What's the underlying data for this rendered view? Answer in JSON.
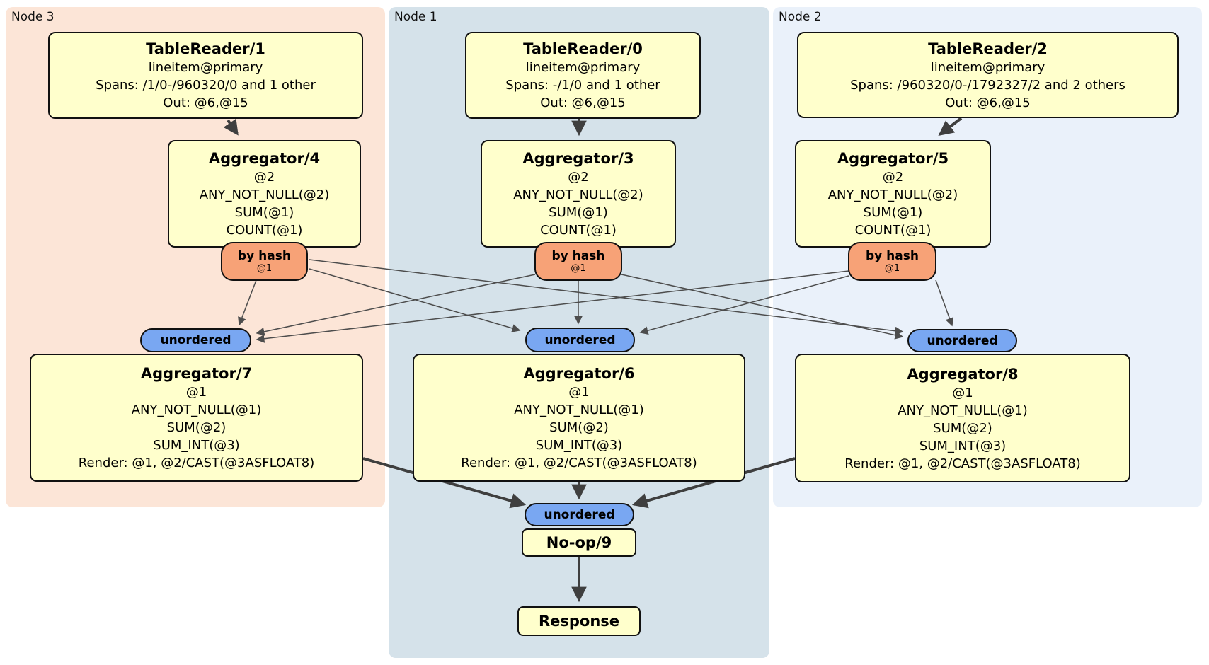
{
  "groups": [
    {
      "label": "Node 3"
    },
    {
      "label": "Node 1"
    },
    {
      "label": "Node 2"
    }
  ],
  "processors": [
    {
      "title": "TableReader/1",
      "lines": [
        "lineitem@primary",
        "Spans: /1/0-/960320/0 and 1 other",
        "Out: @6,@15"
      ]
    },
    {
      "title": "TableReader/0",
      "lines": [
        "lineitem@primary",
        "Spans: -/1/0 and 1 other",
        "Out: @6,@15"
      ]
    },
    {
      "title": "TableReader/2",
      "lines": [
        "lineitem@primary",
        "Spans: /960320/0-/1792327/2 and 2 others",
        "Out: @6,@15"
      ]
    },
    {
      "title": "Aggregator/4",
      "lines": [
        "@2",
        "ANY_NOT_NULL(@2)",
        "SUM(@1)",
        "COUNT(@1)"
      ]
    },
    {
      "title": "Aggregator/3",
      "lines": [
        "@2",
        "ANY_NOT_NULL(@2)",
        "SUM(@1)",
        "COUNT(@1)"
      ]
    },
    {
      "title": "Aggregator/5",
      "lines": [
        "@2",
        "ANY_NOT_NULL(@2)",
        "SUM(@1)",
        "COUNT(@1)"
      ]
    },
    {
      "title": "Aggregator/7",
      "lines": [
        "@1",
        "ANY_NOT_NULL(@1)",
        "SUM(@2)",
        "SUM_INT(@3)",
        "Render: @1, @2/CAST(@3ASFLOAT8)"
      ]
    },
    {
      "title": "Aggregator/6",
      "lines": [
        "@1",
        "ANY_NOT_NULL(@1)",
        "SUM(@2)",
        "SUM_INT(@3)",
        "Render: @1, @2/CAST(@3ASFLOAT8)"
      ]
    },
    {
      "title": "Aggregator/8",
      "lines": [
        "@1",
        "ANY_NOT_NULL(@1)",
        "SUM(@2)",
        "SUM_INT(@3)",
        "Render: @1, @2/CAST(@3ASFLOAT8)"
      ]
    },
    {
      "title": "No-op/9",
      "lines": []
    },
    {
      "title": "Response",
      "lines": []
    }
  ],
  "routers": [
    {
      "label": "by hash",
      "detail": "@1"
    },
    {
      "label": "by hash",
      "detail": "@1"
    },
    {
      "label": "by hash",
      "detail": "@1"
    }
  ],
  "syncs": [
    {
      "label": "unordered"
    },
    {
      "label": "unordered"
    },
    {
      "label": "unordered"
    },
    {
      "label": "unordered"
    }
  ],
  "colors": {
    "node3_bg": "#fce5d7",
    "node1_bg": "#d5e2ea",
    "node2_bg": "#eaf1fa",
    "processor_bg": "#ffffcc",
    "router_bg": "#f7a277",
    "sync_bg": "#79a7f2"
  }
}
